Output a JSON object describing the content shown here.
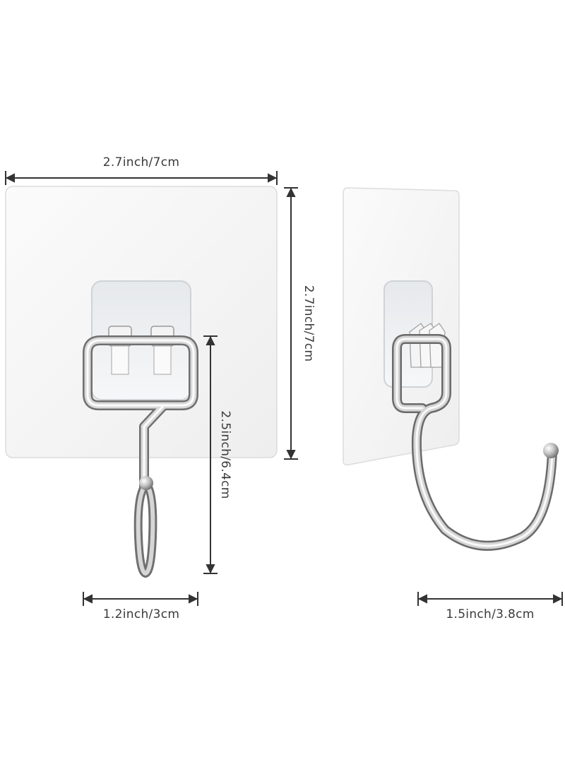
{
  "image": {
    "subject": "adhesive-wall-hooks",
    "colors": {
      "pad": "#f7f7f7",
      "chrome": "#b8b8b8",
      "dimension_line": "#333333",
      "background": "#ffffff"
    }
  },
  "dimensions": {
    "front_pad_width": "2.7inch/7cm",
    "pad_height": "2.7inch/7cm",
    "hook_length": "2.5inch/6.4cm",
    "front_hook_width": "1.2inch/3cm",
    "side_hook_depth": "1.5inch/3.8cm"
  }
}
